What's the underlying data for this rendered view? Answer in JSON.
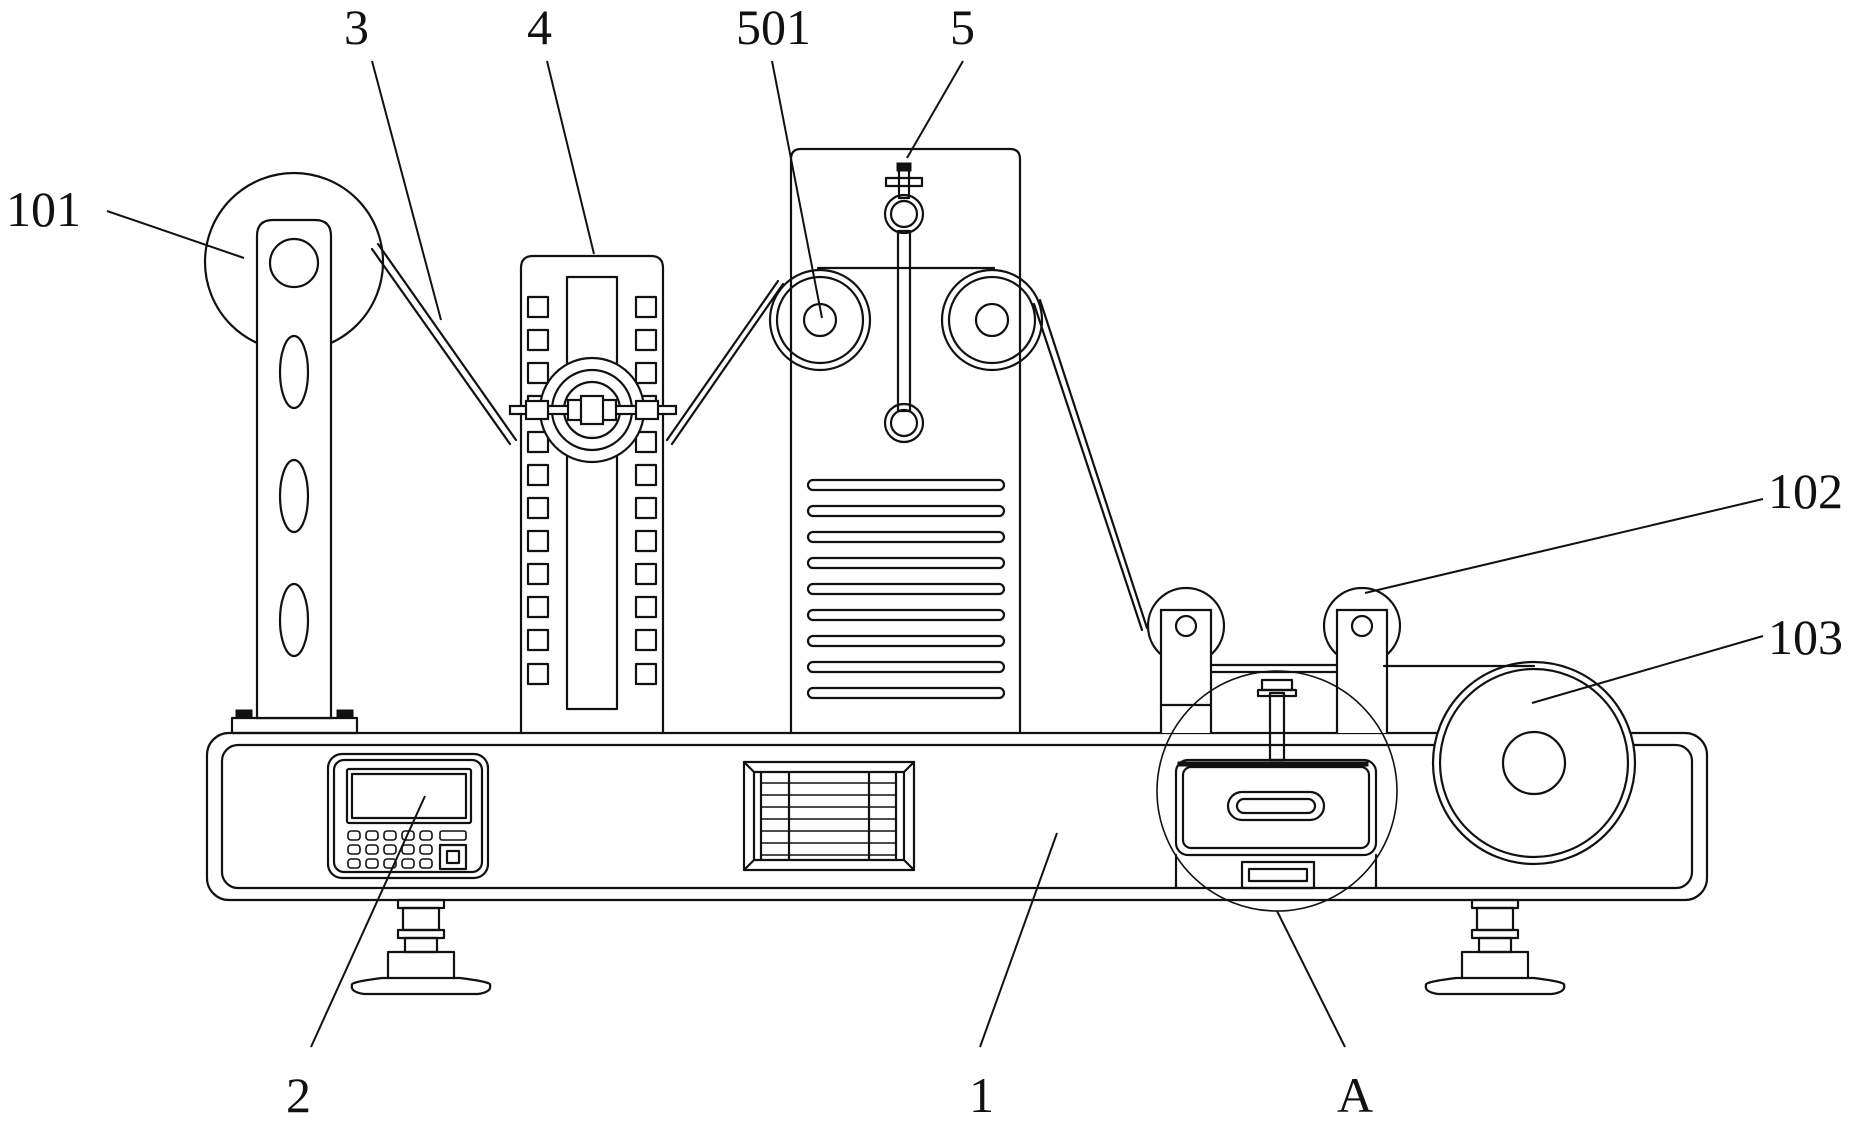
{
  "figure": {
    "labels": {
      "l101": "101",
      "l3": "3",
      "l4": "4",
      "l501": "501",
      "l5": "5",
      "l102": "102",
      "l103": "103",
      "l2": "2",
      "l1": "1",
      "lA": "A"
    }
  }
}
